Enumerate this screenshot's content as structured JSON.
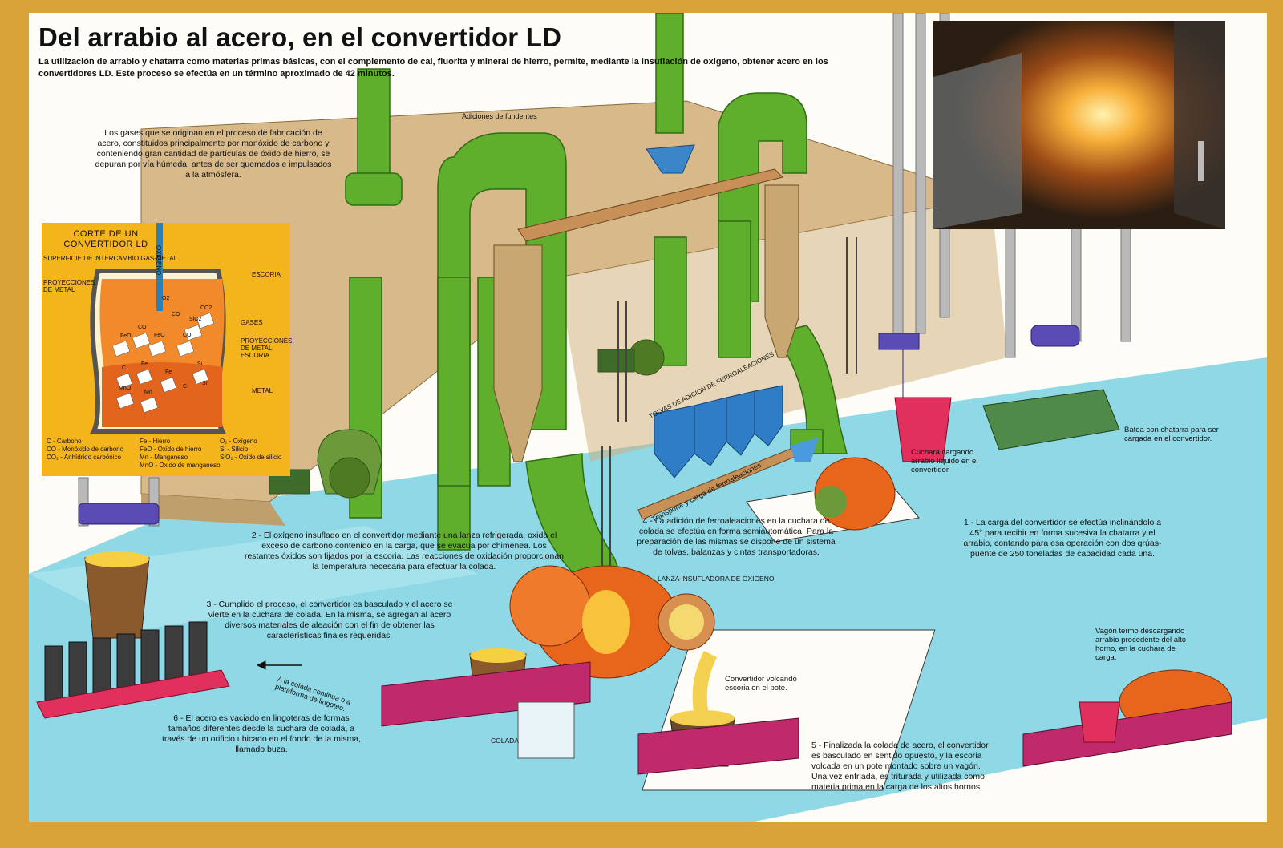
{
  "title": "Del arrabio al acero, en el convertidor LD",
  "intro": "La utilización de arrabio y chatarra como materias primas básicas, con el complemento de cal, fluorita y mineral de hierro, permite, mediante la insuflación de oxigeno, obtener acero en los convertidores LD. Este proceso se efectúa en un término aproximado de 42 minutos.",
  "colors": {
    "page_border": "#d9a33a",
    "structure_green": "#5fae2c",
    "floor_cyan": "#8fd8e6",
    "platform_tan": "#d7b98a",
    "inset_yellow": "#f4b41c",
    "converter_orange": "#e8661c",
    "hopper_blue": "#2f7dc7",
    "ladle_purple": "#5b4bb4"
  },
  "labels": {
    "gases": "Los gases que se originan en el proceso de fabricación de acero, constituidos principalmente por monóxido de carbono y conteniendo gran cantidad de partículas de óxido de hierro, se depuran por vía húmeda, antes de ser quemados e impulsados a la atmósfera.",
    "adiciones": "Adiciones de fundentes",
    "tolvas": "TOLVAS DE ADICION DE FERROALEACIONES",
    "transporte": "Transporte y carga de ferroaleaciones",
    "lanza": "LANZA INSUFLADORA DE OXIGENO",
    "colada": "COLADA",
    "cuchara": "Cuchara cargando arrabio líquido en el convertidor",
    "batea": "Batea con chatarra para ser cargada en el convertidor.",
    "vagon": "Vagón termo descargando arrabio procedente del alto horno, en la cuchara de carga.",
    "convertidor_volcando": "Convertidor volcando escoria en el pote.",
    "a_la_colada": "A la colada continua o a plataforma de lingoteo."
  },
  "steps": {
    "s1": "1 - La carga del convertidor se efectúa inclinándolo a 45° para recibir en forma sucesiva la chatarra y el arrabio, contando para esa operación con dos grúas-puente de 250 toneladas de capacidad cada una.",
    "s2": "2 - El oxígeno insuflado en el convertidor mediante una lanza refrigerada, oxida el exceso de carbono contenido en la carga, que se evacua por chimenea. Los restantes óxidos son fijados por la escoria. Las reacciones de oxidación proporcionan la temperatura necesaria para efectuar la colada.",
    "s3": "3 - Cumplido el proceso, el convertidor es basculado y el acero se vierte en la cuchara de colada. En la misma, se agregan al acero diversos materiales de aleación con el fin de obtener las características finales requeridas.",
    "s4": "4 - La adición de ferroaleaciones en la cuchara de colada se efectúa en forma semiautomática. Para la preparación de las mismas se dispone de un sistema de tolvas, balanzas y cintas transportadoras.",
    "s5": "5 - Finalizada la colada de acero, el convertidor es basculado en sentido opuesto, y la escoria volcada en un pote montado sobre un vagón. Una vez enfriada, es triturada y utilizada como materia prima en la carga de los altos hornos.",
    "s6": "6 - El acero es vaciado en lingoteras de formas tamaños diferentes desde la cuchara de colada, a través de un orificio ubicado en el fondo de la misma, llamado buza."
  },
  "inset": {
    "title": "CORTE DE UN CONVERTIDOR LD",
    "lance_label": "OXIGENO",
    "labels_left": [
      "SUPERFICIE DE INTERCAMBIO GAS-METAL",
      "PROYECCIONES DE METAL"
    ],
    "labels_right": [
      "ESCORIA",
      "GASES",
      "PROYECCIONES DE METAL ESCORIA",
      "METAL"
    ],
    "particles": [
      "FeO",
      "CO",
      "FeO",
      "CO",
      "SiO2",
      "CO2",
      "CO",
      "O2",
      "C",
      "Fe",
      "Si",
      "Fe",
      "MnO",
      "Mn",
      "C",
      "Si"
    ],
    "legend": [
      [
        "C",
        "- Carbono"
      ],
      [
        "CO",
        "- Monóxido de carbono"
      ],
      [
        "CO₂",
        "- Anhídrido carbónico"
      ],
      [
        "Fe",
        "- Hierro"
      ],
      [
        "FeO",
        "- Oxido de hierro"
      ],
      [
        "Mn",
        "- Manganeso"
      ],
      [
        "MnO",
        "- Oxido de manganeso"
      ],
      [
        "O₂",
        "- Oxígeno"
      ],
      [
        "Si",
        "- Silicio"
      ],
      [
        "SiO₂",
        "- Oxido de silicio"
      ]
    ]
  }
}
